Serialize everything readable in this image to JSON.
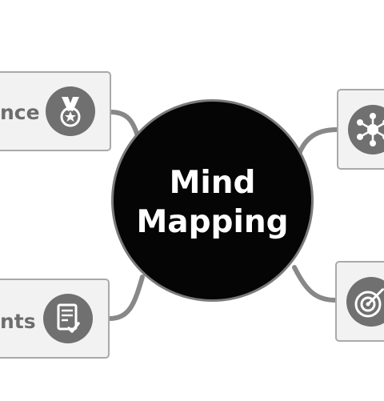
{
  "center": {
    "line1": "Mind",
    "line2": "Mapping"
  },
  "nodes": {
    "top_left": {
      "label": "nce",
      "icon": "medal-icon"
    },
    "bottom_left": {
      "label": "nts",
      "icon": "checklist-document-icon"
    },
    "top_right": {
      "label": "",
      "icon": "network-hub-icon"
    },
    "bottom_right": {
      "label": "",
      "icon": "target-dart-icon"
    }
  },
  "colors": {
    "center_fill": "#050505",
    "center_border": "#7a7a7a",
    "card_fill": "#f2f2f2",
    "card_border": "#a9a9a9",
    "icon_fill": "#707070",
    "label_text": "#6d6d6d",
    "connector": "#888888"
  }
}
